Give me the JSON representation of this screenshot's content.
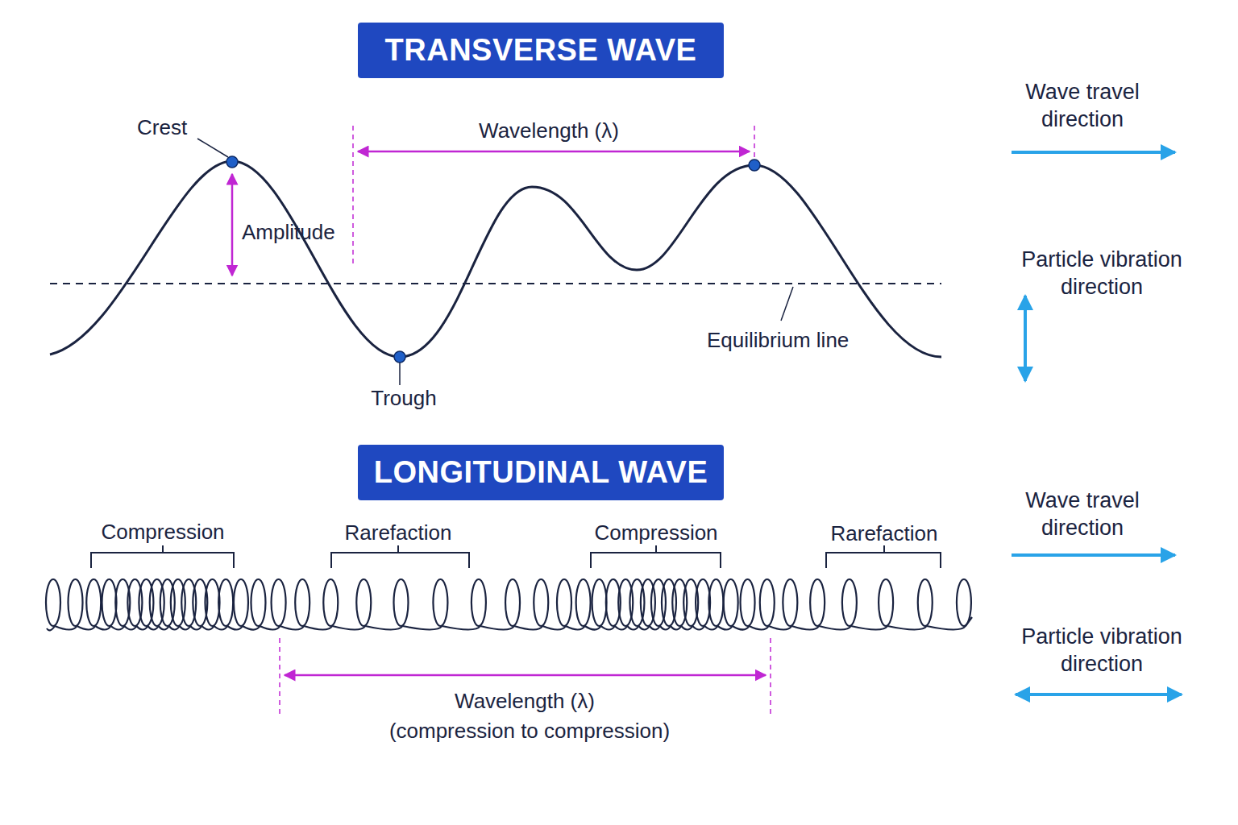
{
  "diagram": {
    "nodes": [
      {
        "text": [
          "TRANSVERSE WAVE"
        ]
      },
      {
        "text": [
          "LONGITUDINAL WAVE"
        ]
      }
    ],
    "labels": [
      "Crest",
      "Amplitude",
      "Wavelength (λ)",
      "Trough",
      "Equilibrium line",
      "Wave travel direction",
      "Particle vibration direction",
      "Compression",
      "Rarefaction",
      "Compression",
      "Rarefaction",
      "Wave travel direction",
      "Particle vibration direction",
      "Wavelength (λ)",
      "(compression to compression)"
    ]
  }
}
